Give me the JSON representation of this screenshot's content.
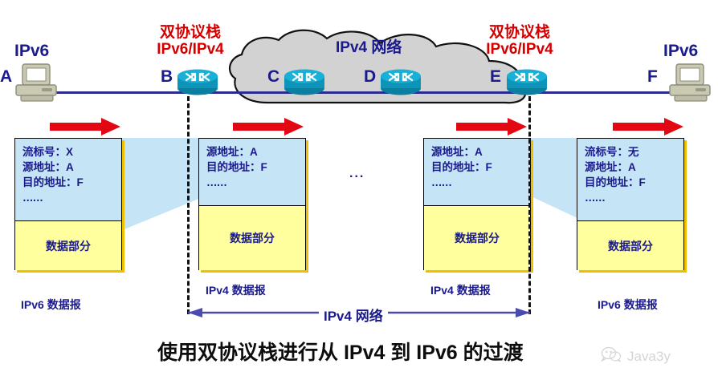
{
  "diagram": {
    "title": "使用双协议栈进行从 IPv4 到 IPv6 的过渡",
    "cloud_label": "IPv4 网络",
    "span_label": "IPv4 网络",
    "mid_ellipsis": "...",
    "colors": {
      "navy_text": "#1a1a8c",
      "red_text": "#d40000",
      "trunk_line": "#2b2b8f",
      "cloud_fill": "#d2d2d2",
      "router_fill": "#11a3c8",
      "header_fill": "#c5e4f5",
      "payload_fill": "#ffff9e",
      "box_shadow": "#f0c000",
      "arrow_red": "#e30613",
      "dim_arrow": "#4a4ab0"
    }
  },
  "endpoints": [
    {
      "letter": "A",
      "protocol_label": "IPv6",
      "icon": "desktop-computer-icon"
    },
    {
      "letter": "F",
      "protocol_label": "IPv6",
      "icon": "desktop-computer-icon"
    }
  ],
  "routers": [
    {
      "letter": "B",
      "icon": "router-icon",
      "dual_stack": {
        "line1": "双协议栈",
        "line2": "IPv6/IPv4"
      }
    },
    {
      "letter": "C",
      "icon": "router-icon",
      "dual_stack": null
    },
    {
      "letter": "D",
      "icon": "router-icon",
      "dual_stack": null
    },
    {
      "letter": "E",
      "icon": "router-icon",
      "dual_stack": {
        "line1": "双协议栈",
        "line2": "IPv6/IPv4"
      }
    }
  ],
  "packets": [
    {
      "caption": "IPv6 数据报",
      "header_lines": [
        "流标号：X",
        "源地址：A",
        "目的地址：F"
      ],
      "header_dots": "……",
      "payload": "数据部分"
    },
    {
      "caption": "IPv4 数据报",
      "header_lines": [
        "源地址：A",
        "目的地址：F"
      ],
      "header_dots": "……",
      "payload": "数据部分"
    },
    {
      "caption": "IPv4 数据报",
      "header_lines": [
        "源地址：A",
        "目的地址：F"
      ],
      "header_dots": "……",
      "payload": "数据部分"
    },
    {
      "caption": "IPv6 数据报",
      "header_lines": [
        "流标号：无",
        "源地址：A",
        "目的地址：F"
      ],
      "header_dots": "……",
      "payload": "数据部分"
    }
  ],
  "watermark": {
    "text": "Java3y",
    "icon": "wechat-icon"
  }
}
